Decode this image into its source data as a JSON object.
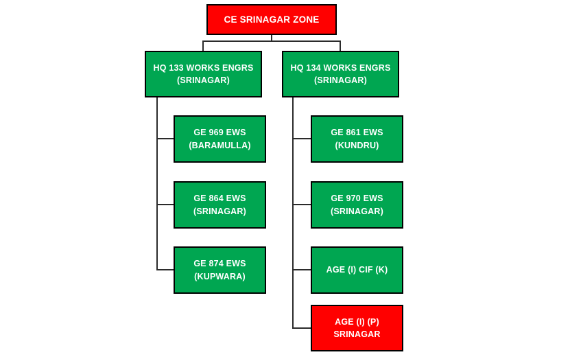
{
  "page": {
    "title": "CE SRINAGAR ZONE organisation chart",
    "background": "#ffffff"
  },
  "colors": {
    "red": "#ff0000",
    "green": "#00a651",
    "border": "#000000",
    "connector": "#2b2b2b",
    "text": "#ffffff"
  },
  "diagram": {
    "type": "org-chart",
    "root": {
      "label": "CE SRINAGAR ZONE",
      "color": "#ff0000"
    },
    "branches": [
      {
        "label": "HQ 133 WORKS ENGRS\n(SRINAGAR)",
        "color": "#00a651",
        "children": [
          {
            "label": "GE 969 EWS\n(BARAMULLA)",
            "color": "#00a651"
          },
          {
            "label": "GE 864 EWS\n(SRINAGAR)",
            "color": "#00a651"
          },
          {
            "label": "GE 874 EWS\n(KUPWARA)",
            "color": "#00a651"
          }
        ]
      },
      {
        "label": "HQ 134 WORKS ENGRS\n(SRINAGAR)",
        "color": "#00a651",
        "children": [
          {
            "label": "GE 861 EWS\n(KUNDRU)",
            "color": "#00a651"
          },
          {
            "label": "GE 970 EWS\n(SRINAGAR)",
            "color": "#00a651"
          },
          {
            "label": "AGE (I) CIF (K)",
            "color": "#00a651"
          },
          {
            "label": "AGE (I) (P)\nSRINAGAR",
            "color": "#ff0000"
          }
        ]
      }
    ]
  }
}
